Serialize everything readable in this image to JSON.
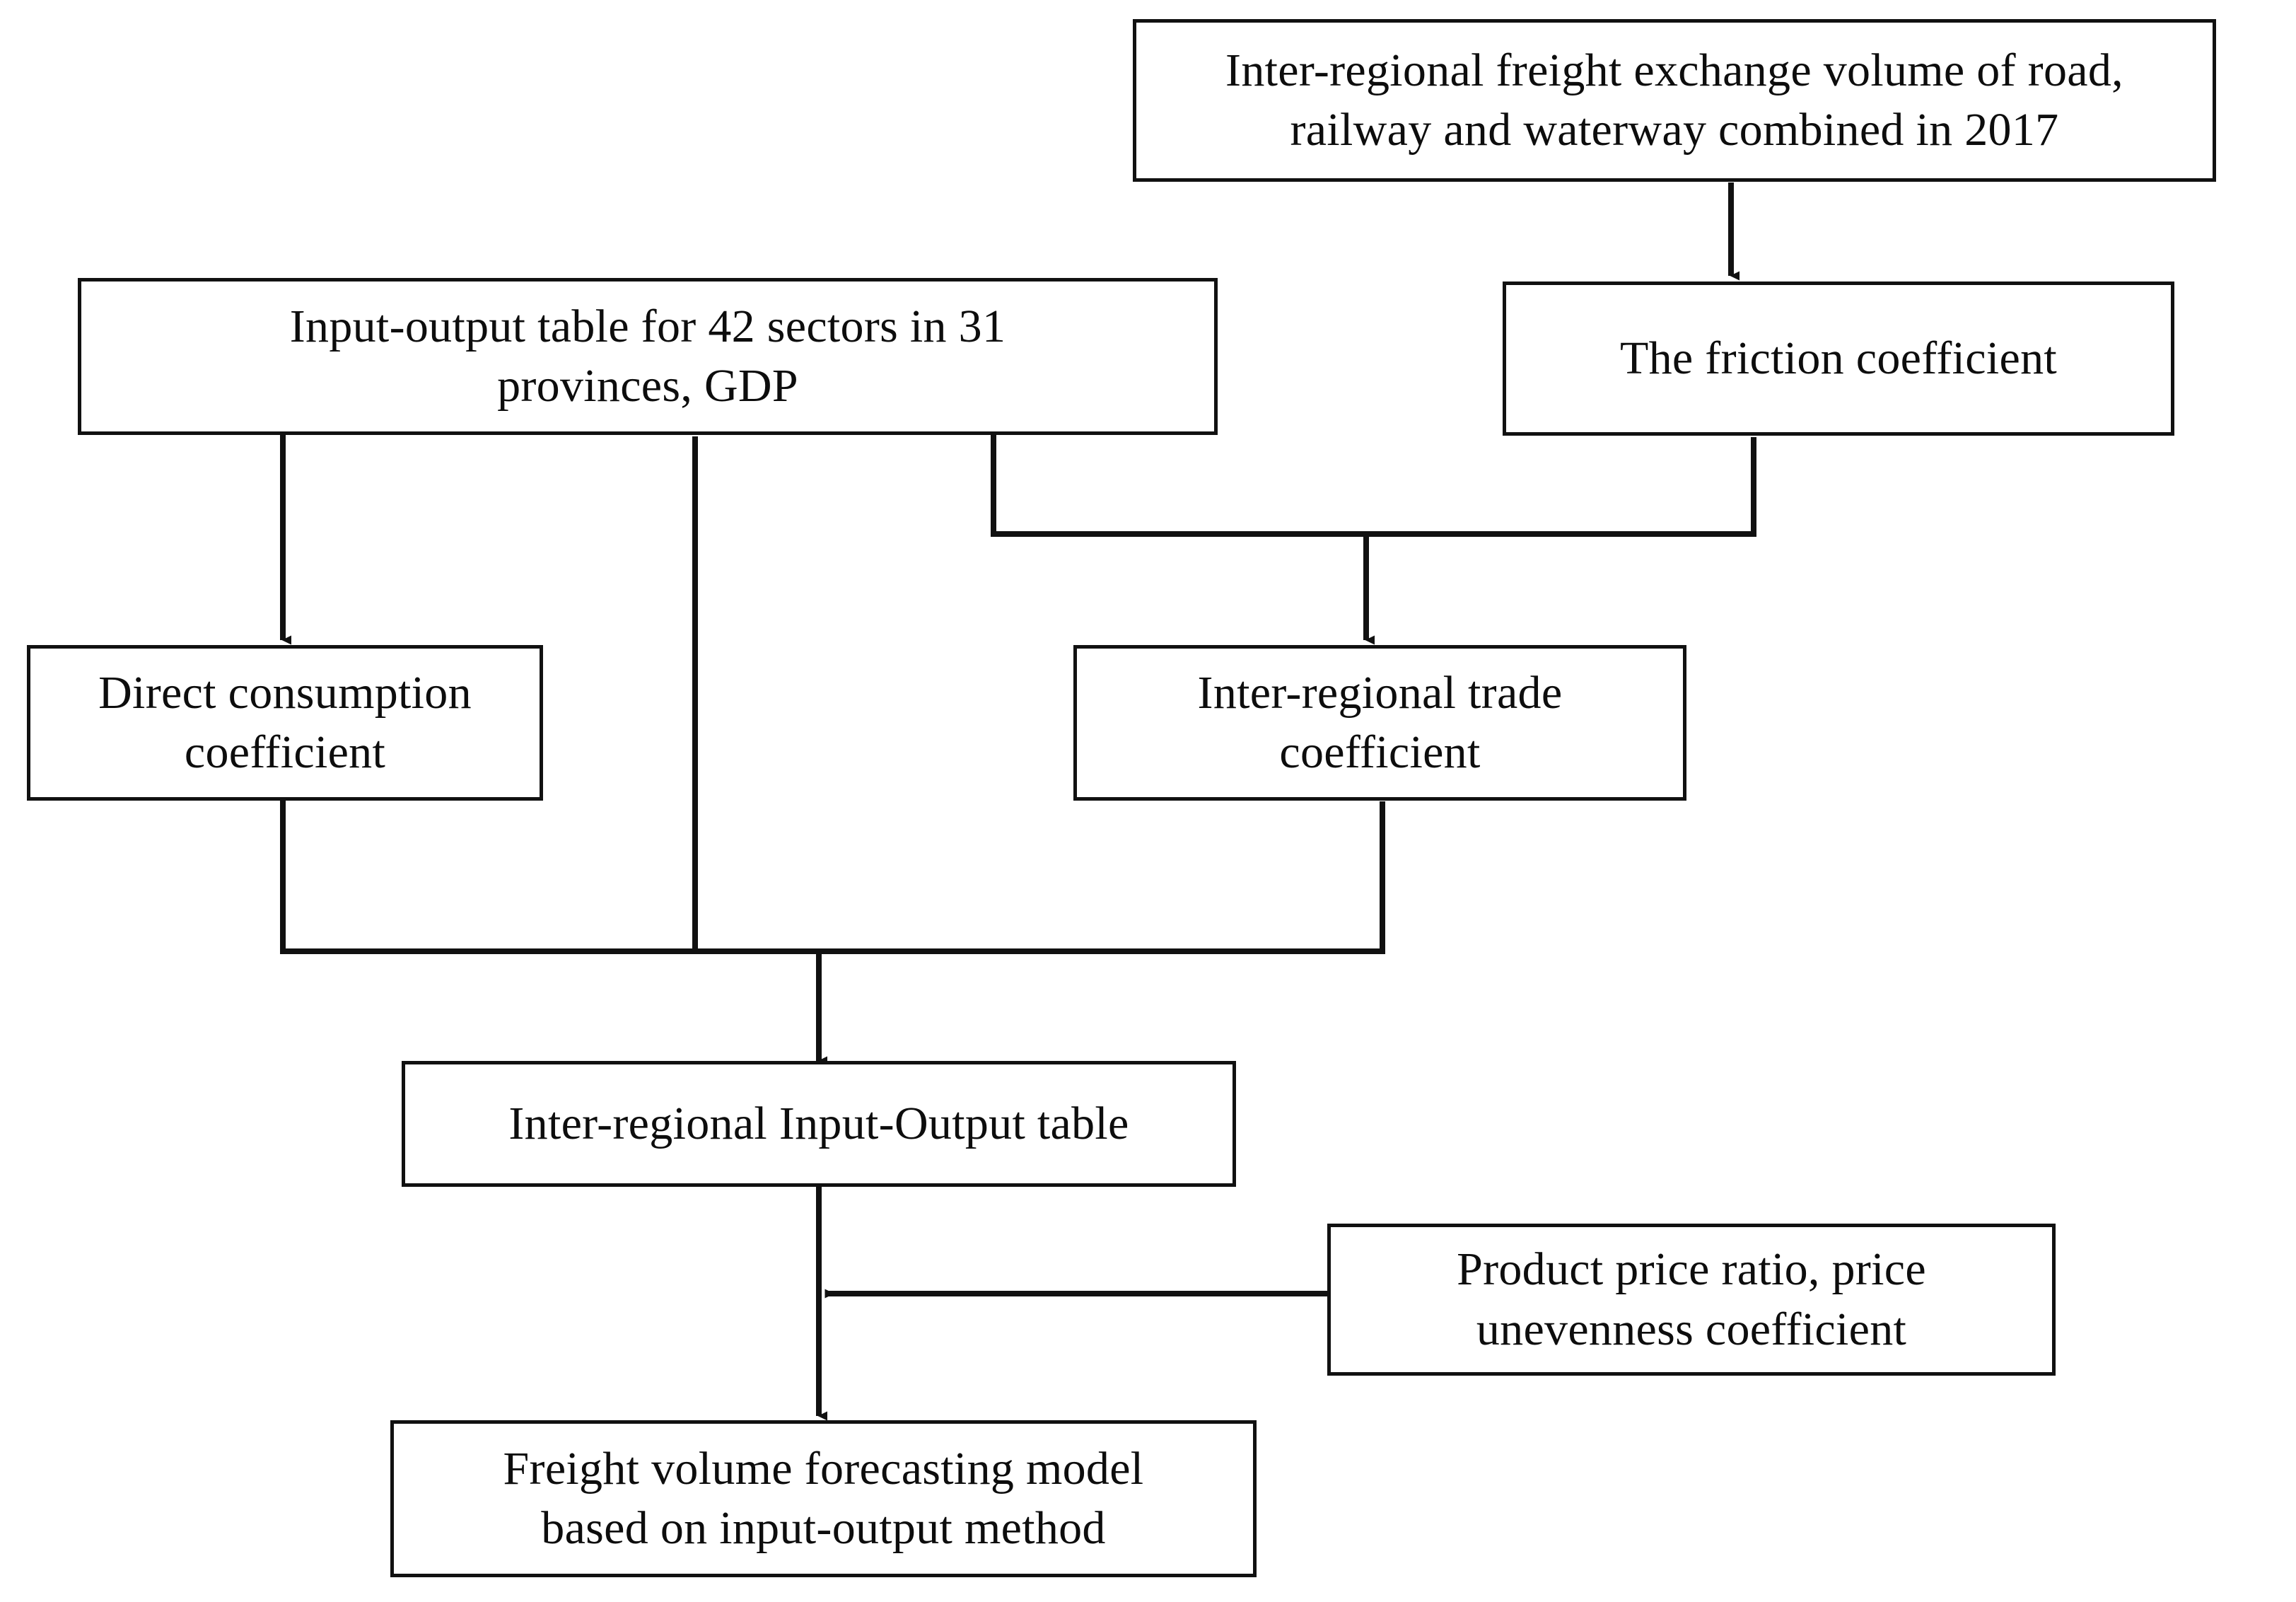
{
  "diagram": {
    "title": "Freight volume forecasting model construction flowchart",
    "stroke_color": "#111111",
    "background_color": "#ffffff",
    "text_color": "#0d0d0d",
    "nodes": [
      {
        "id": "freight-exchange-volume",
        "label": "Inter-regional freight exchange volume of road,\nrailway and waterway combined in 2017"
      },
      {
        "id": "input-output-table",
        "label": "Input-output table for 42 sectors in 31\nprovinces, GDP"
      },
      {
        "id": "friction-coefficient",
        "label": "The friction coefficient"
      },
      {
        "id": "direct-consumption-coefficient",
        "label": "Direct consumption\ncoefficient"
      },
      {
        "id": "inter-regional-trade-coefficient",
        "label": "Inter-regional trade\ncoefficient"
      },
      {
        "id": "inter-regional-input-output-table",
        "label": "Inter-regional Input-Output table"
      },
      {
        "id": "product-price-ratio",
        "label": "Product price ratio, price\nunevenness coefficient"
      },
      {
        "id": "freight-forecasting-model",
        "label": "Freight volume forecasting model\nbased on input-output method"
      }
    ],
    "edges": [
      {
        "id": "edge-freight-to-friction",
        "from": "freight-exchange-volume",
        "to": "friction-coefficient",
        "arrow": "down"
      },
      {
        "id": "edge-io-to-direct-consumption",
        "from": "input-output-table",
        "to": "direct-consumption-coefficient",
        "arrow": "down"
      },
      {
        "id": "edge-io-friction-to-trade-coefficient",
        "from": "input-output-table, friction-coefficient",
        "to": "inter-regional-trade-coefficient",
        "arrow": "down"
      },
      {
        "id": "edge-merge-to-irio-table",
        "from": "direct-consumption-coefficient, input-output-table, inter-regional-trade-coefficient",
        "to": "inter-regional-input-output-table",
        "arrow": "down"
      },
      {
        "id": "edge-irio-to-forecasting-model",
        "from": "inter-regional-input-output-table",
        "to": "freight-forecasting-model",
        "arrow": "down"
      },
      {
        "id": "edge-price-ratio-to-model-link",
        "from": "product-price-ratio",
        "to": "edge-irio-to-forecasting-model",
        "arrow": "left"
      }
    ]
  }
}
